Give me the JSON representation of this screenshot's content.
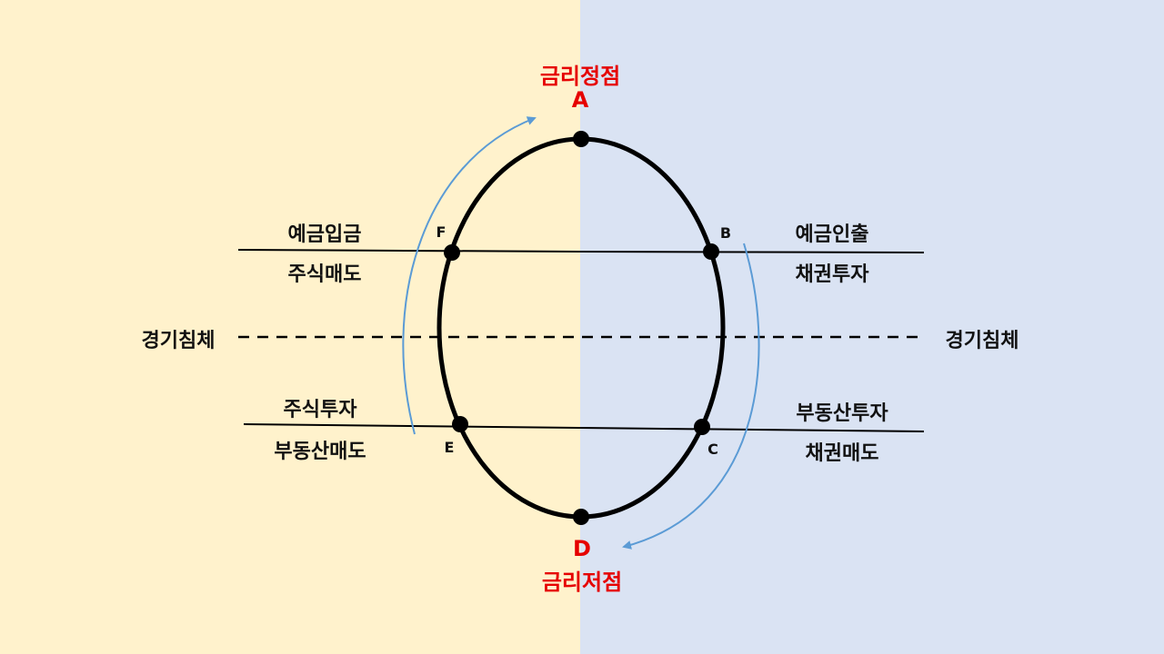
{
  "colors": {
    "left_bg": "#FFF2CC",
    "right_bg": "#DAE3F3",
    "ellipse": "#000000",
    "arrow": "#5B9BD5",
    "highlight": "#E60000"
  },
  "peak": {
    "title": "금리정점",
    "letter": "A"
  },
  "trough": {
    "letter": "D",
    "title": "금리저점"
  },
  "points": {
    "b": "B",
    "c": "C",
    "e": "E",
    "f": "F"
  },
  "left": {
    "upper": {
      "top": "예금입금",
      "bottom": "주식매도"
    },
    "middle": "경기침체",
    "lower": {
      "top": "주식투자",
      "bottom": "부동산매도"
    }
  },
  "right": {
    "upper": {
      "top": "예금인출",
      "bottom": "채권투자"
    },
    "middle": "경기침체",
    "lower": {
      "top": "부동산투자",
      "bottom": "채권매도"
    }
  }
}
